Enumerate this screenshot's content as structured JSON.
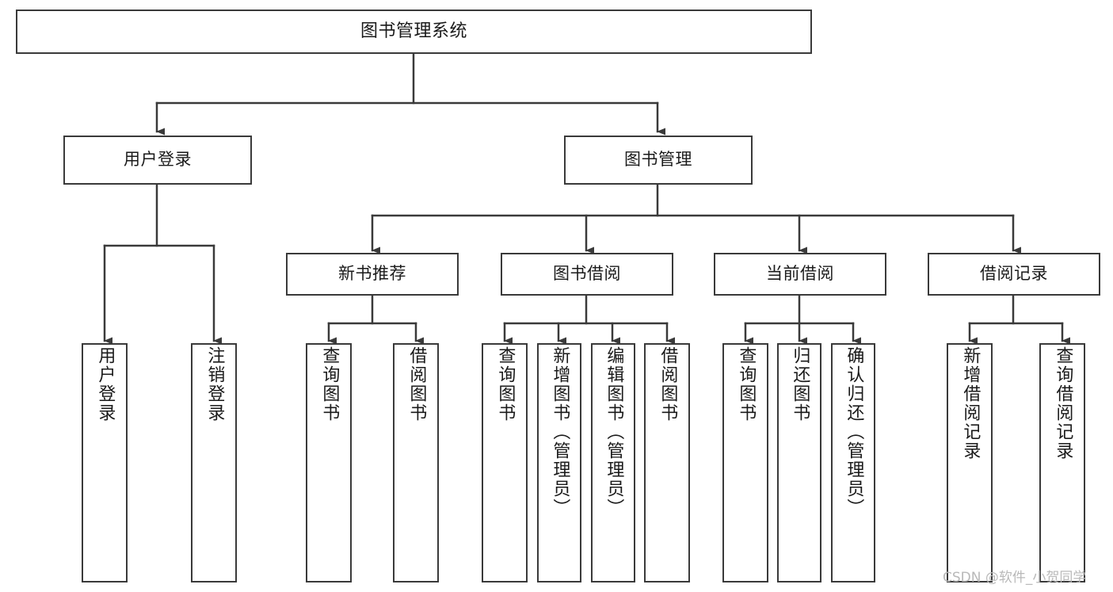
{
  "diagram": {
    "title": "图书管理系统",
    "type": "hierarchy-tree",
    "orientation": "top-down",
    "line_color": "#3a3a3a",
    "box_fill": "#ffffff",
    "text_color": "#1a1a1a",
    "nodes": {
      "root": {
        "label": "图书管理系统"
      },
      "level2": [
        {
          "label": "用户登录"
        },
        {
          "label": "图书管理"
        }
      ],
      "level3": [
        {
          "label": "新书推荐"
        },
        {
          "label": "图书借阅"
        },
        {
          "label": "当前借阅"
        },
        {
          "label": "借阅记录"
        }
      ],
      "leaves_user_login": [
        {
          "label": "用户登录"
        },
        {
          "label": "注销登录"
        }
      ],
      "leaves_new_books": [
        {
          "label": "查询图书"
        },
        {
          "label": "借阅图书"
        }
      ],
      "leaves_borrow": [
        {
          "label": "查询图书"
        },
        {
          "label": "新增图书（管理员）"
        },
        {
          "label": "编辑图书（管理员）"
        },
        {
          "label": "借阅图书"
        }
      ],
      "leaves_current": [
        {
          "label": "查询图书"
        },
        {
          "label": "归还图书"
        },
        {
          "label": "确认归还（管理员）"
        }
      ],
      "leaves_records": [
        {
          "label": "新增借阅记录"
        },
        {
          "label": "查询借阅记录"
        }
      ]
    }
  },
  "watermark": {
    "text": "CSDN @软件_小贺同学"
  }
}
